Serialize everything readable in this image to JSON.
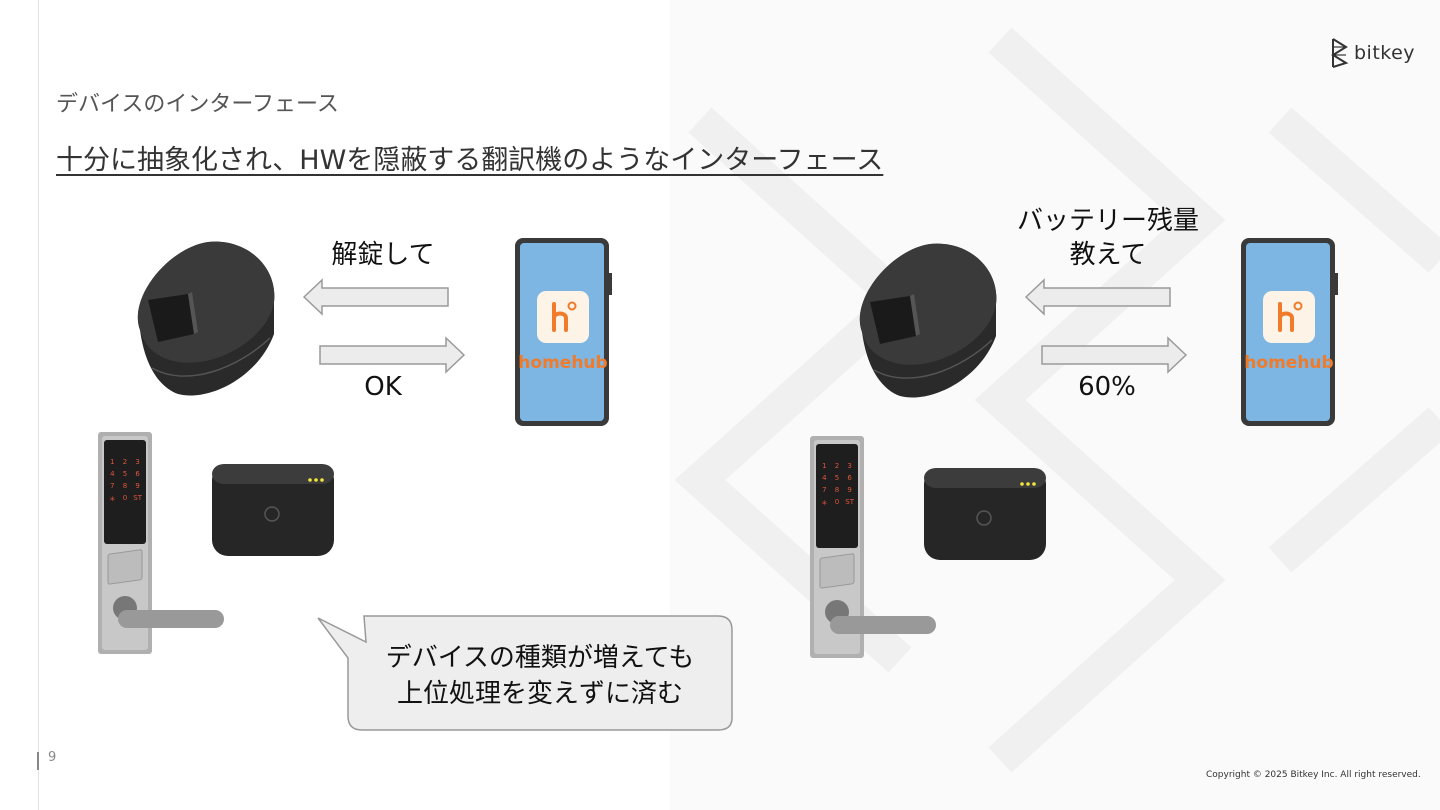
{
  "brand": {
    "logo_text": "bitkey"
  },
  "header": {
    "section_label": "デバイスのインターフェース",
    "headline": "十分に抽象化され、HWを隠蔽する翻訳機のようなインターフェース"
  },
  "left_scenario": {
    "request_label": "解錠して",
    "response_label": "OK",
    "app_name": "homehub"
  },
  "right_scenario": {
    "request_line1": "バッテリー残量",
    "request_line2": "教えて",
    "response_label": "60%",
    "app_name": "homehub"
  },
  "keypad_keys": [
    "1",
    "2",
    "3",
    "4",
    "5",
    "6",
    "7",
    "8",
    "9",
    "＊",
    "0",
    "ST"
  ],
  "callout": {
    "line1": "デバイスの種類が増えても",
    "line2": "上位処理を変えずに済む"
  },
  "footer": {
    "page_number": "9",
    "copyright": "Copyright © 2025 Bitkey Inc. All right reserved."
  },
  "colors": {
    "accent_orange": "#F07B2A",
    "phone_screen": "#7DB5E3",
    "device_dark": "#2b2b2b",
    "arrow_fill": "#ececec",
    "arrow_stroke": "#9a9a9a"
  }
}
